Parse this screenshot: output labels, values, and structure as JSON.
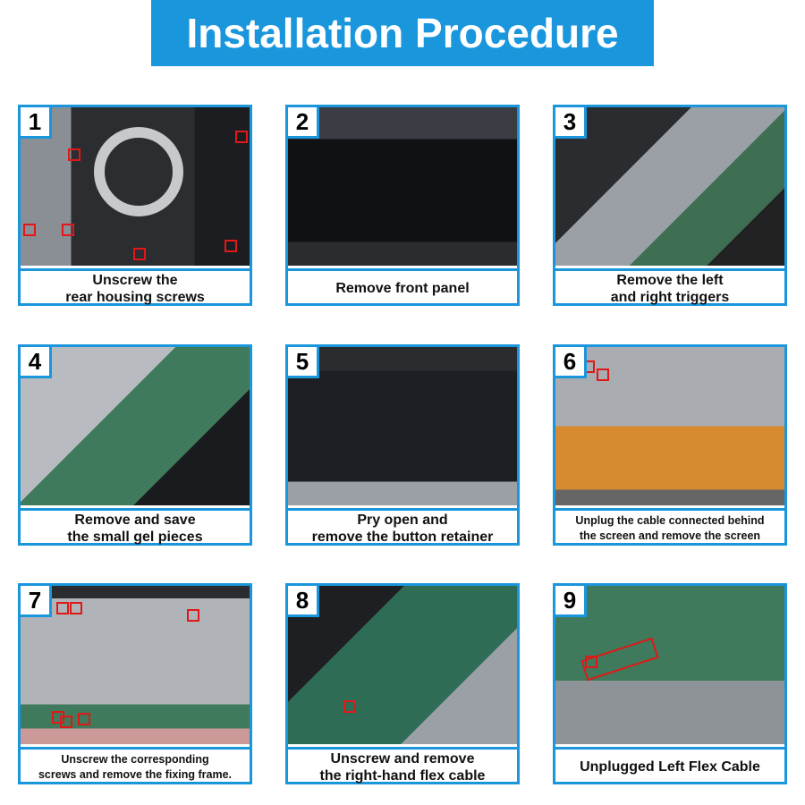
{
  "title": "Installation Procedure",
  "colors": {
    "accent": "#1a96dc",
    "marker": "#e01818"
  },
  "steps": [
    {
      "number": "1",
      "caption": "Unscrew the\nrear housing screws"
    },
    {
      "number": "2",
      "caption": "Remove front panel"
    },
    {
      "number": "3",
      "caption": "Remove the left\nand right triggers"
    },
    {
      "number": "4",
      "caption": "Remove and save\nthe small gel pieces"
    },
    {
      "number": "5",
      "caption": "Pry open and\nremove the button retainer"
    },
    {
      "number": "6",
      "caption": "Unplug the cable connected behind\nthe screen and remove the screen"
    },
    {
      "number": "7",
      "caption": "Unscrew the corresponding\nscrews and remove the fixing frame."
    },
    {
      "number": "8",
      "caption": "Unscrew and remove\nthe right-hand flex cable"
    },
    {
      "number": "9",
      "caption": "Unplugged Left Flex Cable"
    }
  ]
}
